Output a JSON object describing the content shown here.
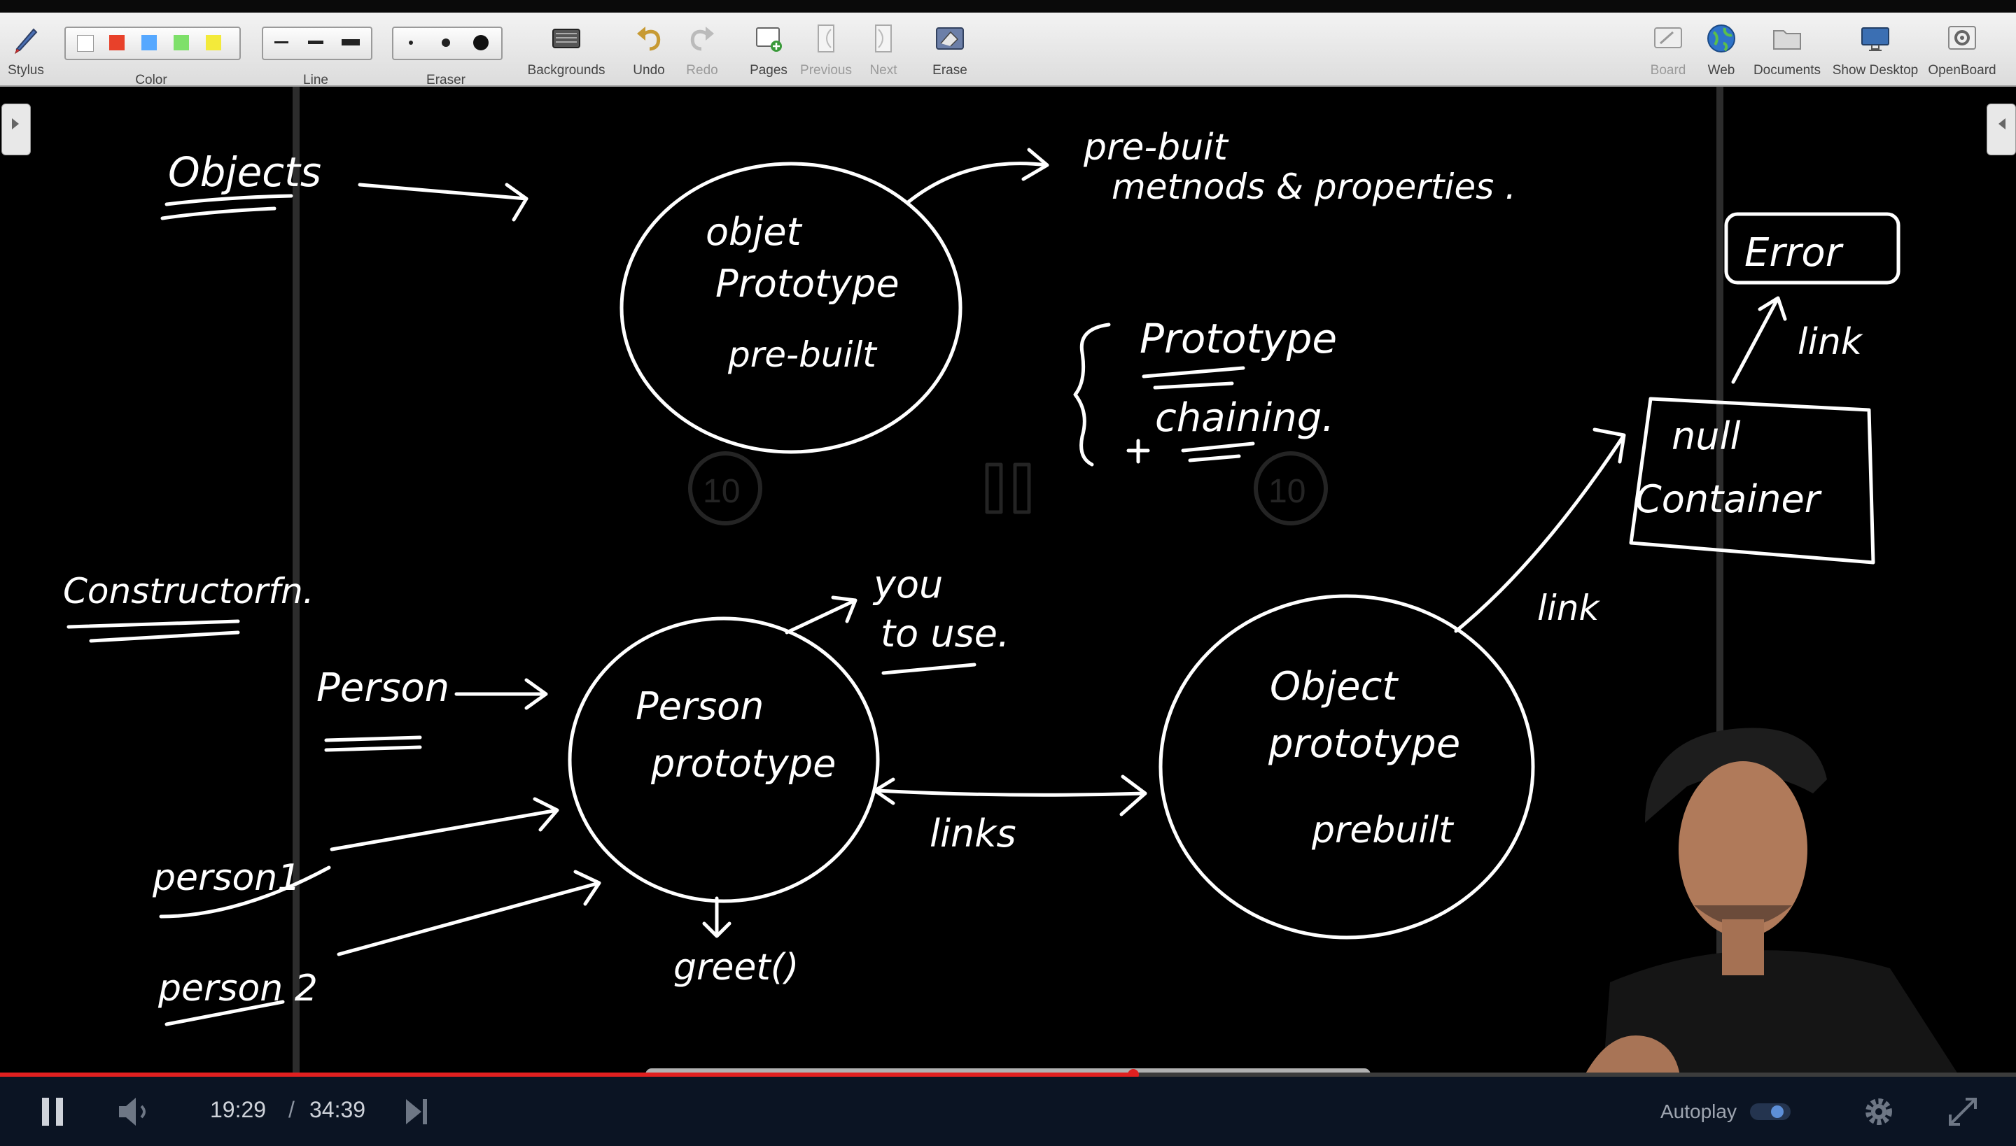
{
  "toolbar": {
    "stylus_label": "Stylus",
    "color_label": "Color",
    "line_label": "Line",
    "eraser_label": "Eraser",
    "backgrounds_label": "Backgrounds",
    "undo_label": "Undo",
    "redo_label": "Redo",
    "pages_label": "Pages",
    "previous_label": "Previous",
    "next_label": "Next",
    "erase_label": "Erase",
    "board_label": "Board",
    "web_label": "Web",
    "documents_label": "Documents",
    "show_desktop_label": "Show Desktop",
    "openboard_label": "OpenBoard",
    "colors": [
      "#ffffff",
      "#e8412a",
      "#56a8ff",
      "#7ee06a",
      "#f3ea3a"
    ],
    "icons": [
      "stylus-icon",
      "backgrounds-icon",
      "undo-icon",
      "redo-icon",
      "pages-icon",
      "previous-icon",
      "next-icon",
      "erase-icon",
      "board-icon",
      "web-icon",
      "documents-icon",
      "show-desktop-icon",
      "openboard-icon"
    ]
  },
  "board": {
    "objects": "Objects",
    "prebuilt_methods_1": "pre-buit",
    "prebuilt_methods_2": "metnods & properties .",
    "object_proto_1_a": "objet",
    "object_proto_1_b": "Prototype",
    "object_proto_1_c": "pre-built",
    "proto_chain_1": "Prototype",
    "proto_chain_2": "chaining.",
    "error": "Error",
    "link_top": "link",
    "null_a": "null",
    "null_b": "Container",
    "link_mid": "link",
    "constructor_fn": "Constructorfn.",
    "person": "Person",
    "you_1": "you",
    "you_2": "to use.",
    "person_proto_a": "Person",
    "person_proto_b": "prototype",
    "object_proto_2_a": "Object",
    "object_proto_2_b": "prototype",
    "object_proto_2_c": "prebuilt",
    "links": "links",
    "person1": "person1",
    "person2": "person 2",
    "greet": "greet()",
    "rewind_seconds": "10",
    "forward_seconds": "10"
  },
  "player": {
    "current_time": "19:29",
    "separator": "/",
    "duration": "34:39",
    "autoplay_label": "Autoplay",
    "progress": 0.562,
    "autoplay_on": true,
    "accent": "#e02020",
    "icons": [
      "pause-icon",
      "volume-icon",
      "skip-next-icon",
      "settings-gear-icon",
      "fullscreen-icon"
    ]
  }
}
